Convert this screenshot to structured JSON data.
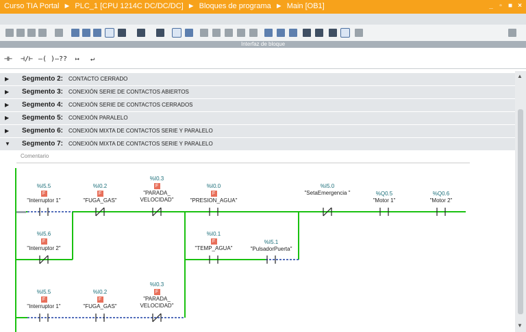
{
  "title": {
    "crumbs": [
      "Curso TIA Portal",
      "PLC_1 [CPU 1214C DC/DC/DC]",
      "Bloques de programa",
      "Main [OB1]"
    ],
    "separator": "►",
    "window_controls": [
      "_",
      "▫",
      "■",
      "×"
    ]
  },
  "interface_label": "Interfaz de bloque",
  "instructions": [
    "⊣⊢",
    "⊣/⊢",
    "–( )–",
    "??",
    "↦",
    "↵"
  ],
  "segments": [
    {
      "label": "Segmento 2:",
      "desc": "CONTACTO CERRADO",
      "state": "collapsed"
    },
    {
      "label": "Segmento 3:",
      "desc": "CONEXIÓN SERIE DE CONTACTOS ABIERTOS",
      "state": "collapsed"
    },
    {
      "label": "Segmento 4:",
      "desc": "CONEXIÓN SERIE DE CONTACTOS CERRADOS",
      "state": "collapsed"
    },
    {
      "label": "Segmento 5:",
      "desc": "CONEXIÓN PARALELO",
      "state": "collapsed"
    },
    {
      "label": "Segmento 6:",
      "desc": "CONEXIÓN MIXTA DE CONTACTOS SERIE Y PARALELO",
      "state": "collapsed"
    },
    {
      "label": "Segmento 7:",
      "desc": "CONEXIÓN MIXTA DE CONTACTOS SERIE Y PARALELO",
      "state": "expanded"
    }
  ],
  "comment_placeholder": "Comentario",
  "f_flag": "F",
  "contacts": [
    {
      "addr": "%I5.5",
      "name": "\"Interruptor 1\"",
      "type": "NO"
    },
    {
      "addr": "%I0.2",
      "name": "\"FUGA_GAS\"",
      "type": "NC"
    },
    {
      "addr": "%I0.3",
      "name": "\"PARADA_ VELOCIDAD\"",
      "type": "NC"
    },
    {
      "addr": "%I0.0",
      "name": "\"PRESION_AGUA\"",
      "type": "NO"
    },
    {
      "addr": "%I5.0",
      "name": "\"SetaEmergencia \"",
      "type": "NC"
    },
    {
      "addr": "%Q0.5",
      "name": "\"Motor 1\"",
      "type": "NO"
    },
    {
      "addr": "%Q0.6",
      "name": "\"Motor 2\"",
      "type": "NO"
    },
    {
      "addr": "%I5.6",
      "name": "\"Interruptor 2\"",
      "type": "NC"
    },
    {
      "addr": "%I0.1",
      "name": "\"TEMP_AGUA\"",
      "type": "NO"
    },
    {
      "addr": "%I5.1",
      "name": "\"PulsadorPuerta\"",
      "type": "NO"
    },
    {
      "addr": "%I5.5",
      "name": "\"Interruptor 1\"",
      "type": "NO"
    },
    {
      "addr": "%I0.2",
      "name": "\"FUGA_GAS\"",
      "type": "NO"
    },
    {
      "addr": "%I0.3",
      "name": "\"PARADA_ VELOCIDAD\"",
      "type": "NC"
    }
  ],
  "colors": {
    "title_bar": "#f7a21b",
    "power_rail": "#19c10f",
    "dashed_wire": "#1a3fa3",
    "segment_header": "#e3e6e9"
  }
}
